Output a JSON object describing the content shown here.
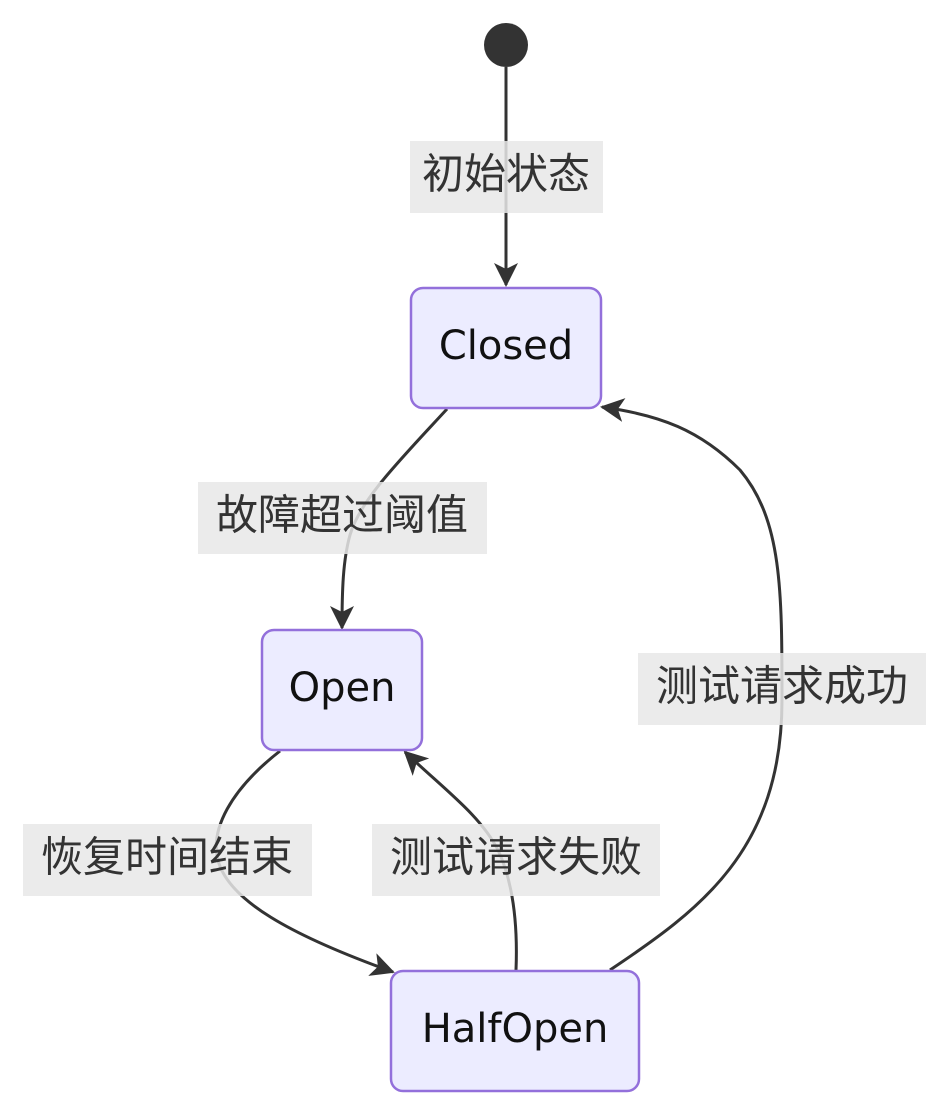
{
  "diagram": {
    "type": "state",
    "colors": {
      "state_fill": "#ECECFF",
      "state_border": "#9370DB",
      "edge": "#333333",
      "label_background": "#E8E8E8",
      "start_marker": "#333333"
    },
    "states": {
      "closed": "Closed",
      "open": "Open",
      "half_open": "HalfOpen"
    },
    "transitions": {
      "initial": "初始状态",
      "closed_to_open": "故障超过阈值",
      "open_to_half_open": "恢复时间结束",
      "half_open_to_open": "测试请求失败",
      "half_open_to_closed": "测试请求成功"
    }
  }
}
